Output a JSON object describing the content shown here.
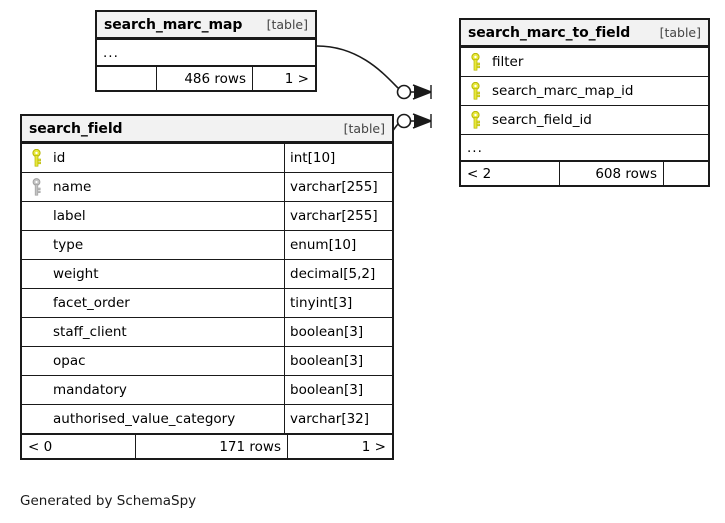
{
  "diagram": {
    "title_tag": "[table]",
    "ellipsis": "...",
    "credit": "Generated by SchemaSpy",
    "colors": {
      "primary_key": "#e8e83c",
      "index_key": "#b8b8b8",
      "border": "#1a1a1a",
      "header_bg": "#f2f2f2",
      "background": "#ffffff"
    }
  },
  "tables": {
    "search_marc_map": {
      "name": "search_marc_map",
      "tag": "[table]",
      "ellipsis": "...",
      "footer": {
        "left": "",
        "rows": "486 rows",
        "right": "1 >"
      }
    },
    "search_marc_to_field": {
      "name": "search_marc_to_field",
      "tag": "[table]",
      "ellipsis": "...",
      "columns": [
        {
          "name": "filter",
          "key": "primary",
          "type": ""
        },
        {
          "name": "search_marc_map_id",
          "key": "primary",
          "type": ""
        },
        {
          "name": "search_field_id",
          "key": "primary",
          "type": ""
        }
      ],
      "footer": {
        "left": "< 2",
        "rows": "608 rows",
        "right": ""
      }
    },
    "search_field": {
      "name": "search_field",
      "tag": "[table]",
      "columns": [
        {
          "name": "id",
          "key": "primary",
          "type": "int[10]"
        },
        {
          "name": "name",
          "key": "index",
          "type": "varchar[255]"
        },
        {
          "name": "label",
          "key": "none",
          "type": "varchar[255]"
        },
        {
          "name": "type",
          "key": "none",
          "type": "enum[10]"
        },
        {
          "name": "weight",
          "key": "none",
          "type": "decimal[5,2]"
        },
        {
          "name": "facet_order",
          "key": "none",
          "type": "tinyint[3]"
        },
        {
          "name": "staff_client",
          "key": "none",
          "type": "boolean[3]"
        },
        {
          "name": "opac",
          "key": "none",
          "type": "boolean[3]"
        },
        {
          "name": "mandatory",
          "key": "none",
          "type": "boolean[3]"
        },
        {
          "name": "authorised_value_category",
          "key": "none",
          "type": "varchar[32]"
        }
      ],
      "footer": {
        "left": "< 0",
        "rows": "171 rows",
        "right": "1 >"
      }
    }
  },
  "relationships": [
    {
      "from": "search_marc_map",
      "to": "search_marc_to_field.search_marc_map_id",
      "from_cardinality": "zero-or-one",
      "to_cardinality": "many"
    },
    {
      "from": "search_field.id",
      "to": "search_marc_to_field.search_field_id",
      "from_cardinality": "zero-or-one",
      "to_cardinality": "many"
    }
  ]
}
